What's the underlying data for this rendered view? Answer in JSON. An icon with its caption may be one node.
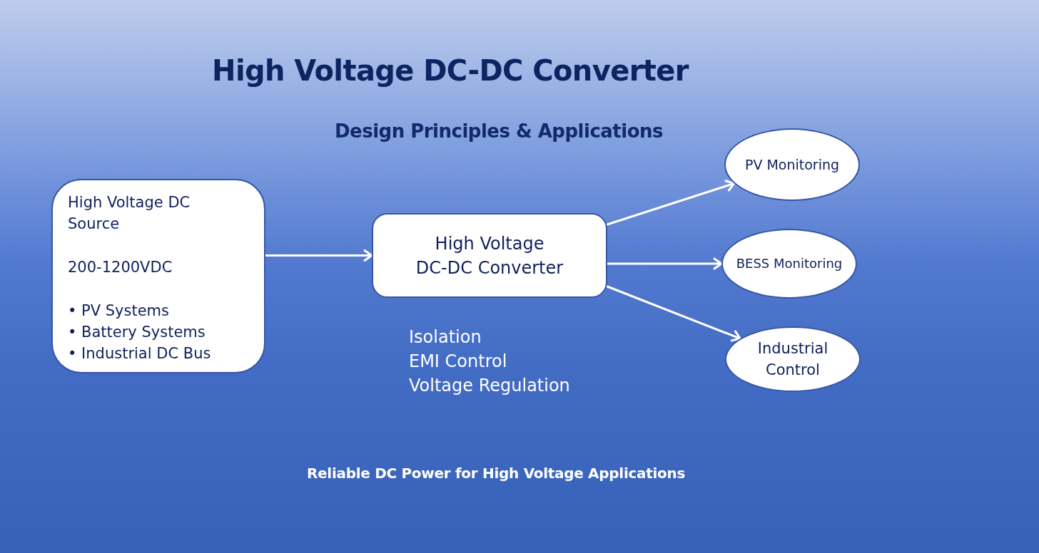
{
  "diagram": {
    "title": "High Voltage DC-DC Converter",
    "caption": "Reliable DC Power for High Voltage Applications",
    "nodes": [
      {
        "text": [
          "High Voltage DC Source",
          "200-1200VDC",
          "• PV Systems",
          "• Battery Systems",
          "• Industrial DC Bus"
        ]
      },
      {
        "text": [
          "High Voltage DC-DC Converter"
        ],
        "beside": [
          "Isolation",
          "EMI Control",
          "Voltage Regulation"
        ]
      },
      {
        "text": [
          "PV Monitoring"
        ]
      },
      {
        "text": [
          "BESS Monitoring"
        ]
      },
      {
        "text": [
          "Industrial Control"
        ]
      }
    ],
    "edges": [
      {
        "from": 0,
        "to": 1,
        "arrow": "to"
      },
      {
        "from": 1,
        "to": 2,
        "arrow": "to"
      },
      {
        "from": 1,
        "to": 3,
        "arrow": "to"
      },
      {
        "from": 1,
        "to": 4,
        "arrow": "to"
      }
    ],
    "labels": [
      "Design Principles & Applications"
    ]
  }
}
